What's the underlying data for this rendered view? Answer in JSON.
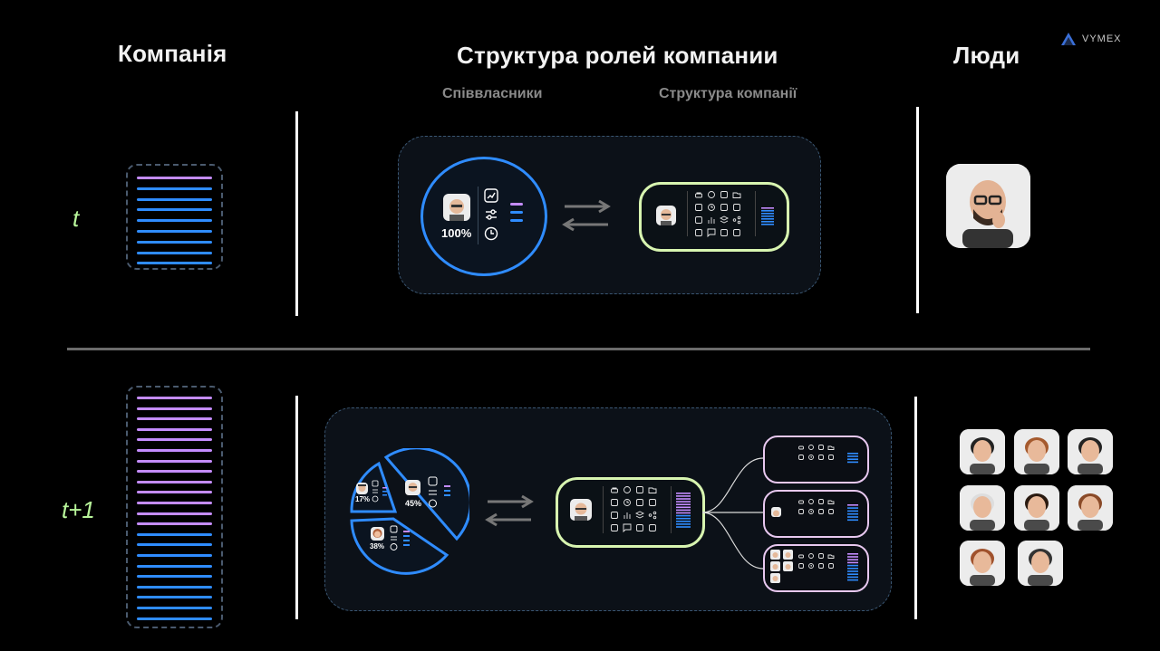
{
  "logo": {
    "text": "VYMEX"
  },
  "headers": {
    "company": "Компанія",
    "roles": "Структура ролей компании",
    "people": "Люди"
  },
  "subheaders": {
    "co_owners": "Співвласники",
    "company_structure": "Структура компанії"
  },
  "rows": [
    {
      "label": "t"
    },
    {
      "label": "t+1"
    }
  ],
  "ownership": {
    "t": [
      {
        "share": "100%"
      }
    ],
    "t1": [
      {
        "share": "17%"
      },
      {
        "share": "45%"
      },
      {
        "share": "38%"
      }
    ]
  },
  "people": {
    "t": [
      {
        "avatar": "bald-man-glasses-avatar"
      }
    ],
    "t1": [
      {
        "avatar": "man-cap-glasses-avatar"
      },
      {
        "avatar": "woman-long-hair-avatar"
      },
      {
        "avatar": "man-facepalm-avatar"
      },
      {
        "avatar": "bald-man-glasses-avatar"
      },
      {
        "avatar": "man-beard-bun-avatar"
      },
      {
        "avatar": "woman-glasses-avatar"
      },
      {
        "avatar": "woman-auburn-avatar"
      },
      {
        "avatar": "man-beanie-avatar"
      }
    ]
  },
  "colors": {
    "blue": "#2f8cff",
    "purple": "#c48cff",
    "green_frame": "#d8f5b0",
    "pink_frame": "#e8c8f0",
    "label_green": "#b8f59a"
  },
  "stack_bars": {
    "t": {
      "purple": 1,
      "blue": 8
    },
    "t1": {
      "purple": 13,
      "blue": 9
    }
  }
}
